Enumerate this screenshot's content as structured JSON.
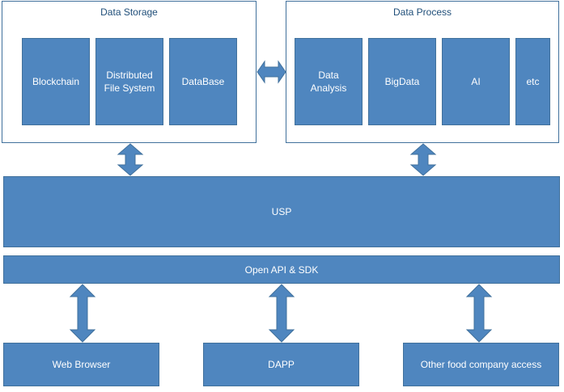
{
  "data_storage": {
    "title": "Data Storage",
    "items": [
      "Blockchain",
      [
        "Distributed",
        "File System"
      ],
      "DataBase"
    ]
  },
  "data_process": {
    "title": "Data Process",
    "items": [
      [
        "Data",
        "Analysis"
      ],
      "BigData",
      "AI",
      "etc"
    ]
  },
  "usp": {
    "label": "USP"
  },
  "open_api": {
    "label": "Open API & SDK"
  },
  "clients": {
    "web_browser": "Web Browser",
    "dapp": "DAPP",
    "other_food_company": "Other food company access"
  },
  "colors": {
    "box_fill": "#4f86bf",
    "box_border": "#41719c",
    "title_text": "#1f4e79"
  }
}
